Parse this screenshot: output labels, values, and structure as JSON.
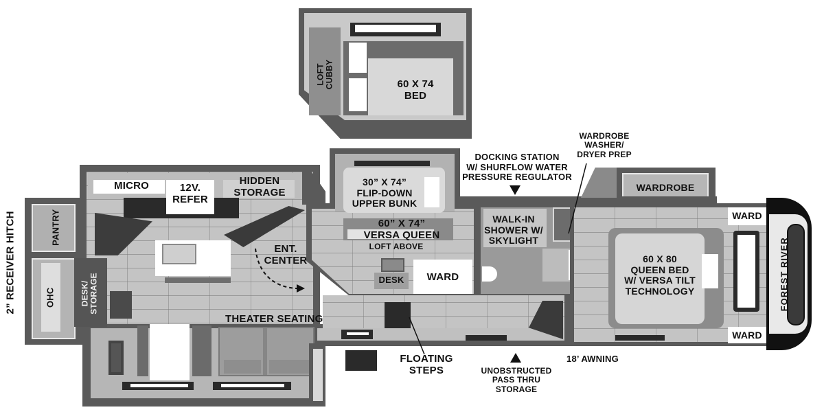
{
  "diagram": {
    "type": "rv-floorplan",
    "brand_mark": "FOREST RIVER",
    "colors": {
      "wall": "#5a5a5a",
      "floor": "#b9b9b9",
      "cabinet_white": "#ffffff",
      "dark": "#2a2a2a",
      "text": "#111111"
    }
  },
  "loft": {
    "cubby": "LOFT\nCUBBY",
    "cubby_line1": "LOFT",
    "cubby_line2": "CUBBY",
    "bed_line1": "60 X 74",
    "bed_line2": "BED"
  },
  "rear": {
    "hitch": "2” RECEIVER HITCH",
    "pantry": "PANTRY",
    "ohc": "OHC",
    "desk_line1": "DESK/",
    "desk_line2": "STORAGE"
  },
  "kitchen": {
    "micro": "MICRO",
    "refer_line1": "12V.",
    "refer_line2": "REFER",
    "hidden_line1": "HIDDEN",
    "hidden_line2": "STORAGE",
    "ent_line1": "ENT.",
    "ent_line2": "CENTER",
    "theater": "THEATER SEATING"
  },
  "bunk": {
    "upper_line1": "30” X 74”",
    "upper_line2": "FLIP-DOWN",
    "upper_line3": "UPPER BUNK",
    "versa_line1": "60” X 74”",
    "versa_line2": "VERSA QUEEN",
    "loft_above": "LOFT ABOVE",
    "desk": "DESK",
    "ward": "WARD"
  },
  "callouts": {
    "docking_line1": "DOCKING STATION",
    "docking_line2": "W/ SHURFLOW WATER",
    "docking_line3": "PRESSURE REGULATOR",
    "washer_line1": "WARDROBE",
    "washer_line2": "WASHER/",
    "washer_line3": "DRYER PREP",
    "floating_line1": "FLOATING",
    "floating_line2": "STEPS",
    "pass_line1": "UNOBSTRUCTED",
    "pass_line2": "PASS THRU",
    "pass_line3": "STORAGE",
    "awning": "18’ AWNING"
  },
  "bath": {
    "shower_line1": "WALK-IN",
    "shower_line2": "SHOWER W/",
    "shower_line3": "SKYLIGHT"
  },
  "master": {
    "wardrobe": "WARDROBE",
    "ward_top": "WARD",
    "ward_bottom": "WARD",
    "bed_line1": "60 X 80",
    "bed_line2": "QUEEN BED",
    "bed_line3": "W/ VERSA TILT",
    "bed_line4": "TECHNOLOGY"
  }
}
